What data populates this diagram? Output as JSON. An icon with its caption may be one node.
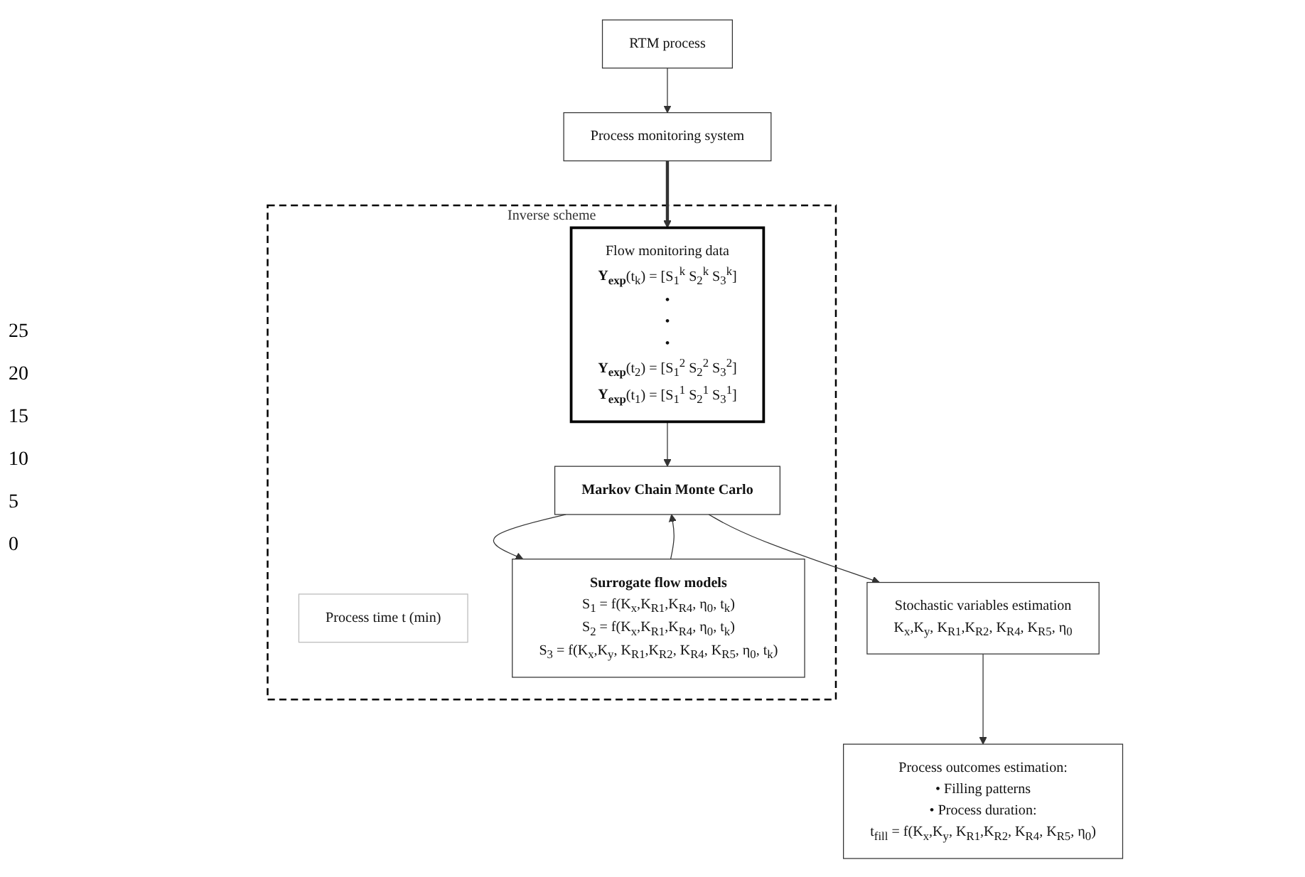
{
  "diagram": {
    "nodes": [
      {
        "text": [
          "Process monitoring system"
        ]
      },
      {
        "text": [
          "RTM process"
        ]
      },
      {
        "text": [
          "Inverse scheme"
        ]
      },
      {
        "text": [
          "Flow monitoring data",
          "**Y$_{exp}$**(t$_{k}$) = [S$_{1}$$^{k}$ S$_{2}$$^{k}$ S$_{3}$$^{k}$]",
          "•",
          "•",
          "•",
          "**Y$_{exp}$**(t$_{2}$) = [S$_{1}$$^{2}$ S$_{2}$$^{2}$ S$_{3}$$^{2}$]",
          "**Y$_{exp}$**(t$_{1}$) = [S$_{1}$$^{1}$ S$_{2}$$^{1}$ S$_{3}$$^{1}$]"
        ],
        "in": 2
      },
      {
        "text": [
          "Process time t (min)"
        ],
        "in": 2
      },
      {
        "text": [
          "Surrogate flow models",
          "S$_{1}$ = f(K$_{x}$,K$_{R1}$,K$_{R4}$, η$_{0}$, t$_{k}$)",
          "S$_{2}$ = f(K$_{x}$,K$_{R1}$,K$_{R4}$, η$_{0}$, t$_{k}$)",
          "S$_{3}$ = f(K$_{x}$,K$_{y}$, K$_{R1}$,K$_{R2}$, K$_{R4}$, K$_{R5}$, η$_{0}$, t$_{k}$)"
        ],
        "in": 2
      },
      {
        "text": [
          "Markov Chain Monte Carlo"
        ],
        "in": 2
      },
      {
        "text": [
          "Stochastic variables estimation",
          "K$_{x}$,K$_{y}$, K$_{R1}$,K$_{R2}$, K$_{R4}$, K$_{R5}$, η$_{0}$"
        ]
      },
      {
        "text": [
          "Process outcomes estimation:",
          "• Filling patterns",
          "• Process duration:",
          "t$_{fill}$ = f(K$_{x}$,K$_{y}$, K$_{R1}$,K$_{R2}$, K$_{R4}$, K$_{R5}$, η$_{0}$)"
        ]
      }
    ],
    "edges": [
      {
        "from": 1,
        "to": 0,
        "arrow": "to"
      },
      {
        "from": 0,
        "to": 3,
        "arrow": "to",
        "style": "thick"
      },
      {
        "from": 3,
        "to": 6,
        "arrow": "to"
      },
      {
        "from": 6,
        "to": 5,
        "arrow": "to"
      },
      {
        "from": 5,
        "to": 6,
        "arrow": "to"
      },
      {
        "from": 6,
        "to": 7,
        "arrow": "to"
      },
      {
        "from": 7,
        "to": 8,
        "arrow": "to"
      }
    ],
    "labels": [
      "25",
      "20",
      "15",
      "10",
      "5",
      "0"
    ]
  }
}
